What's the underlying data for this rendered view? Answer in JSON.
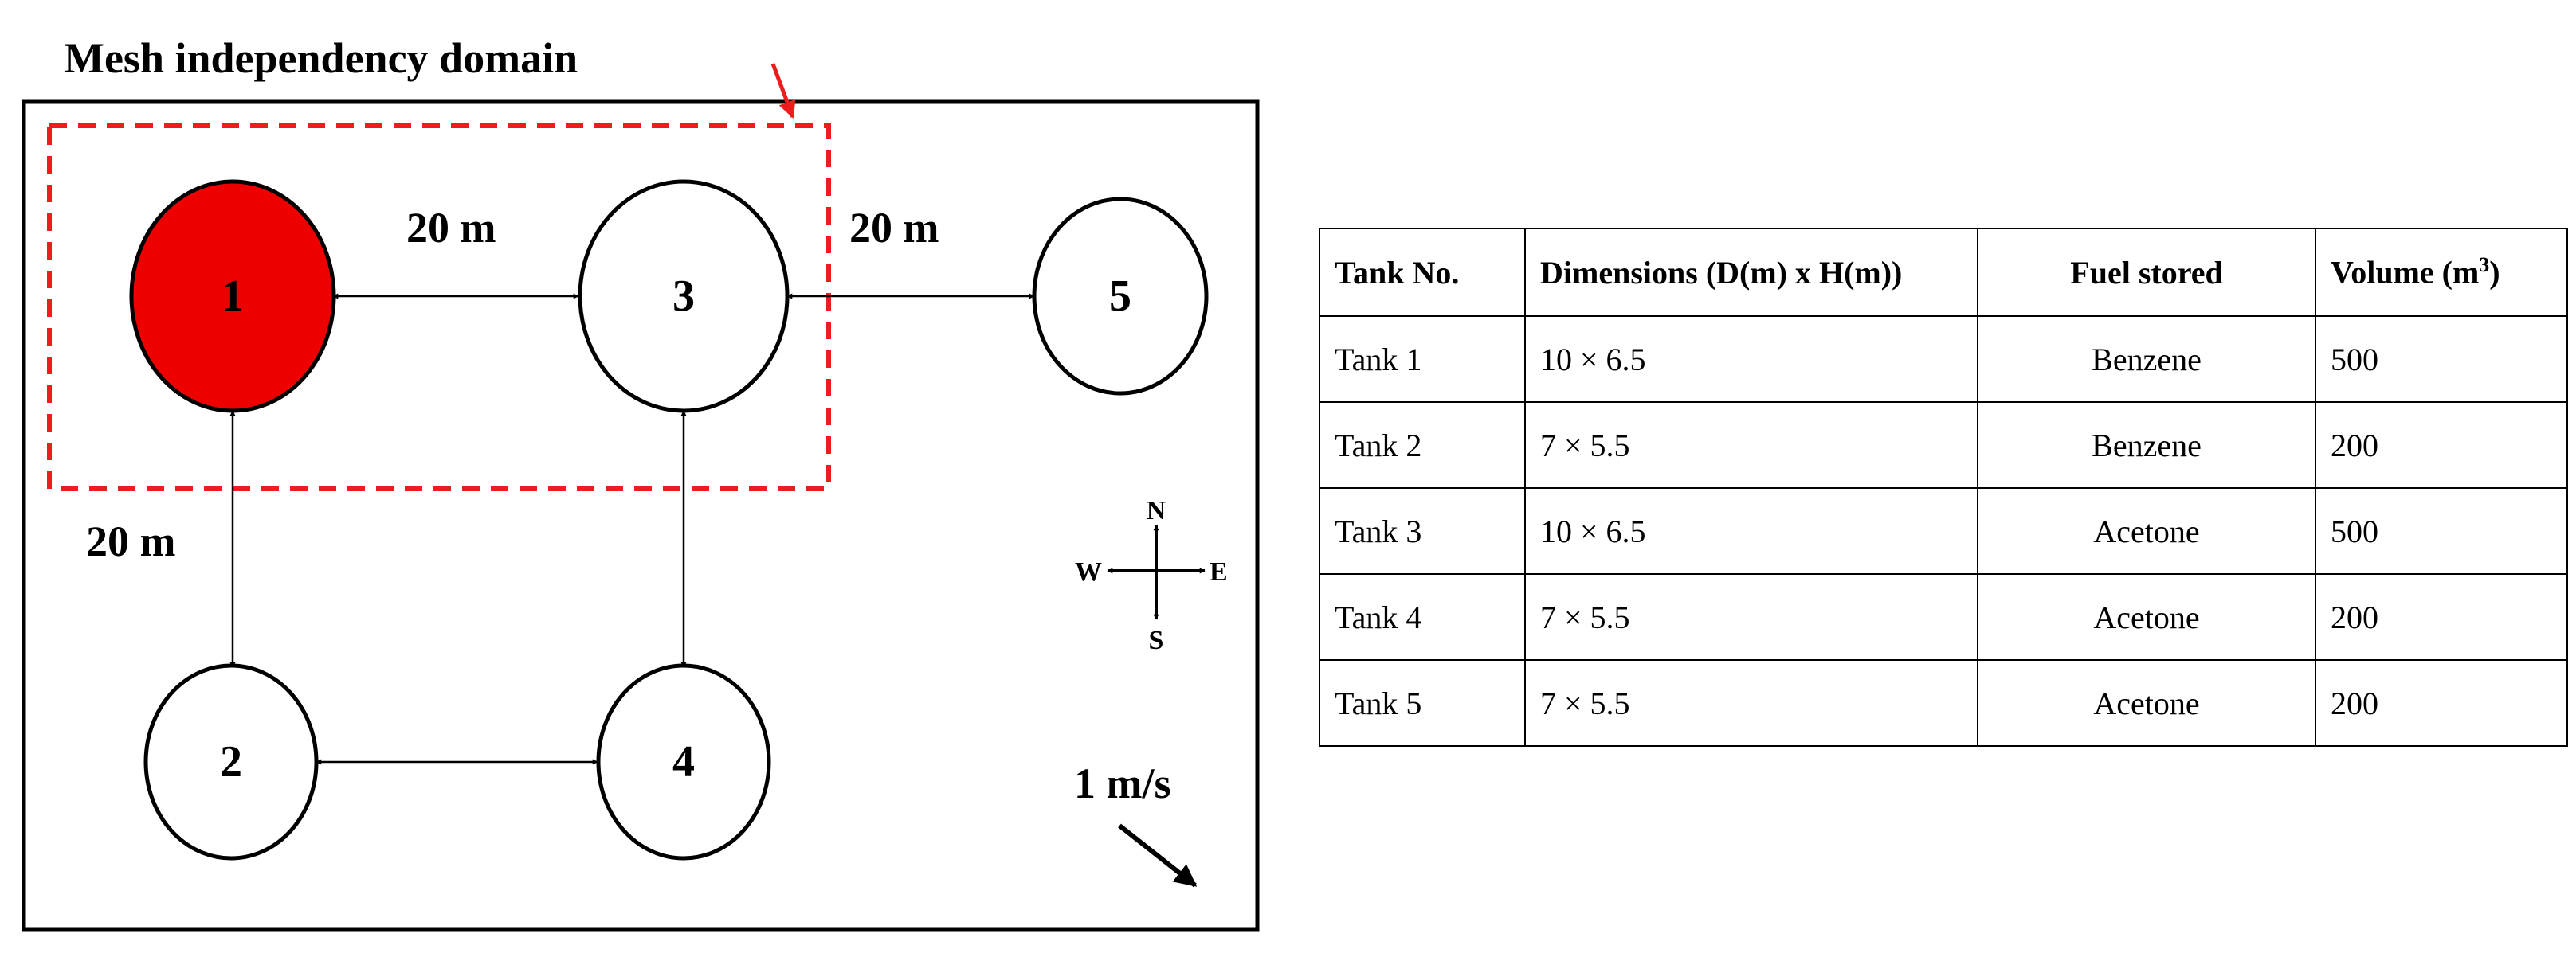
{
  "diagram": {
    "domain_label": "Mesh independency domain",
    "tanks": [
      {
        "id": "tank-1",
        "label": "1",
        "fill": "#ee0000"
      },
      {
        "id": "tank-2",
        "label": "2",
        "fill": "#ffffff"
      },
      {
        "id": "tank-3",
        "label": "3",
        "fill": "#ffffff"
      },
      {
        "id": "tank-4",
        "label": "4",
        "fill": "#ffffff"
      },
      {
        "id": "tank-5",
        "label": "5",
        "fill": "#ffffff"
      }
    ],
    "spacing_labels": [
      "20 m",
      "20 m",
      "20 m"
    ],
    "compass": {
      "n": "N",
      "s": "S",
      "e": "E",
      "w": "W"
    },
    "wind_label": "1 m/s",
    "colors": {
      "domain_outline": "#ee1c1c",
      "tank_1": "#ee0000"
    }
  },
  "table": {
    "headers": {
      "tank_no": "Tank No.",
      "dimensions": "Dimensions (D(m) x H(m))",
      "fuel": "Fuel stored",
      "volume": "Volume (m",
      "volume_sup": "3",
      "volume_close": ")"
    },
    "rows": [
      {
        "tank": "Tank 1",
        "dims": "10 × 6.5",
        "fuel": "Benzene",
        "volume": "500"
      },
      {
        "tank": "Tank 2",
        "dims": "7 × 5.5",
        "fuel": "Benzene",
        "volume": "200"
      },
      {
        "tank": "Tank 3",
        "dims": "10 × 6.5",
        "fuel": "Acetone",
        "volume": "500"
      },
      {
        "tank": "Tank 4",
        "dims": "7 × 5.5",
        "fuel": "Acetone",
        "volume": "200"
      },
      {
        "tank": "Tank 5",
        "dims": "7 × 5.5",
        "fuel": "Acetone",
        "volume": "200"
      }
    ]
  }
}
